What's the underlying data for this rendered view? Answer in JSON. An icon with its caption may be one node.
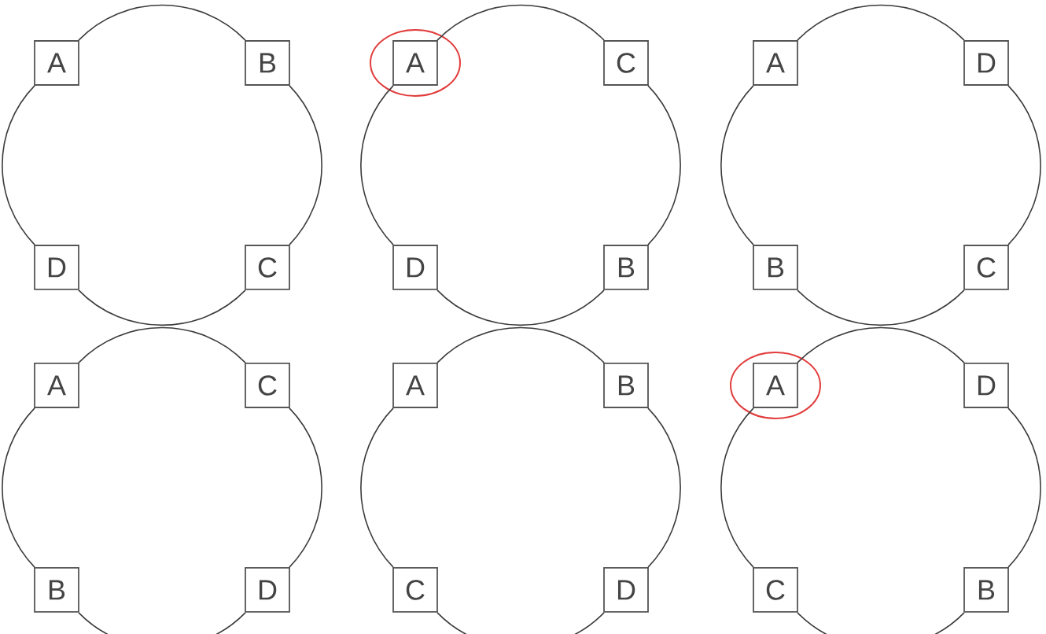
{
  "diagram": {
    "nodes": [
      {
        "text": [
          "A"
        ]
      },
      {
        "text": [
          "B"
        ]
      },
      {
        "text": [
          "D"
        ]
      },
      {
        "text": [
          "C"
        ]
      },
      {
        "text": [],
        "shape": "circle"
      },
      {
        "text": [
          "A"
        ],
        "in": 4
      },
      {
        "text": [
          "C"
        ]
      },
      {
        "text": [
          "D"
        ]
      },
      {
        "text": [
          "B"
        ]
      },
      {
        "text": [
          "A"
        ]
      },
      {
        "text": [
          "D"
        ]
      },
      {
        "text": [
          "B"
        ]
      },
      {
        "text": [
          "C"
        ]
      },
      {
        "text": [
          "A"
        ]
      },
      {
        "text": [
          "C"
        ]
      },
      {
        "text": [
          "B"
        ]
      },
      {
        "text": [
          "D"
        ]
      },
      {
        "text": [
          "A"
        ]
      },
      {
        "text": [
          "B"
        ]
      },
      {
        "text": [
          "C"
        ]
      },
      {
        "text": [
          "D"
        ]
      },
      {
        "text": [],
        "shape": "circle"
      },
      {
        "text": [
          "A"
        ],
        "in": 21
      },
      {
        "text": [
          "D"
        ]
      },
      {
        "text": [
          "C"
        ]
      },
      {
        "text": [
          "B"
        ]
      }
    ],
    "edges": [
      {
        "from": 0,
        "to": 1,
        "arrow": "none"
      },
      {
        "from": 1,
        "to": 3,
        "arrow": "none"
      },
      {
        "from": 3,
        "to": 2,
        "arrow": "none"
      },
      {
        "from": 2,
        "to": 0,
        "arrow": "none"
      },
      {
        "from": 5,
        "to": 6,
        "arrow": "none"
      },
      {
        "from": 6,
        "to": 8,
        "arrow": "none"
      },
      {
        "from": 8,
        "to": 7,
        "arrow": "none"
      },
      {
        "from": 7,
        "to": 5,
        "arrow": "none"
      },
      {
        "from": 9,
        "to": 10,
        "arrow": "none"
      },
      {
        "from": 10,
        "to": 12,
        "arrow": "none"
      },
      {
        "from": 12,
        "to": 11,
        "arrow": "none"
      },
      {
        "from": 11,
        "to": 9,
        "arrow": "none"
      },
      {
        "from": 13,
        "to": 14,
        "arrow": "none"
      },
      {
        "from": 14,
        "to": 16,
        "arrow": "none"
      },
      {
        "from": 16,
        "to": 15,
        "arrow": "none"
      },
      {
        "from": 15,
        "to": 13,
        "arrow": "none"
      },
      {
        "from": 17,
        "to": 18,
        "arrow": "none"
      },
      {
        "from": 18,
        "to": 20,
        "arrow": "none"
      },
      {
        "from": 20,
        "to": 19,
        "arrow": "none"
      },
      {
        "from": 19,
        "to": 17,
        "arrow": "none"
      },
      {
        "from": 22,
        "to": 23,
        "arrow": "none"
      },
      {
        "from": 23,
        "to": 25,
        "arrow": "none"
      },
      {
        "from": 25,
        "to": 24,
        "arrow": "none"
      },
      {
        "from": 24,
        "to": 22,
        "arrow": "none"
      }
    ]
  }
}
